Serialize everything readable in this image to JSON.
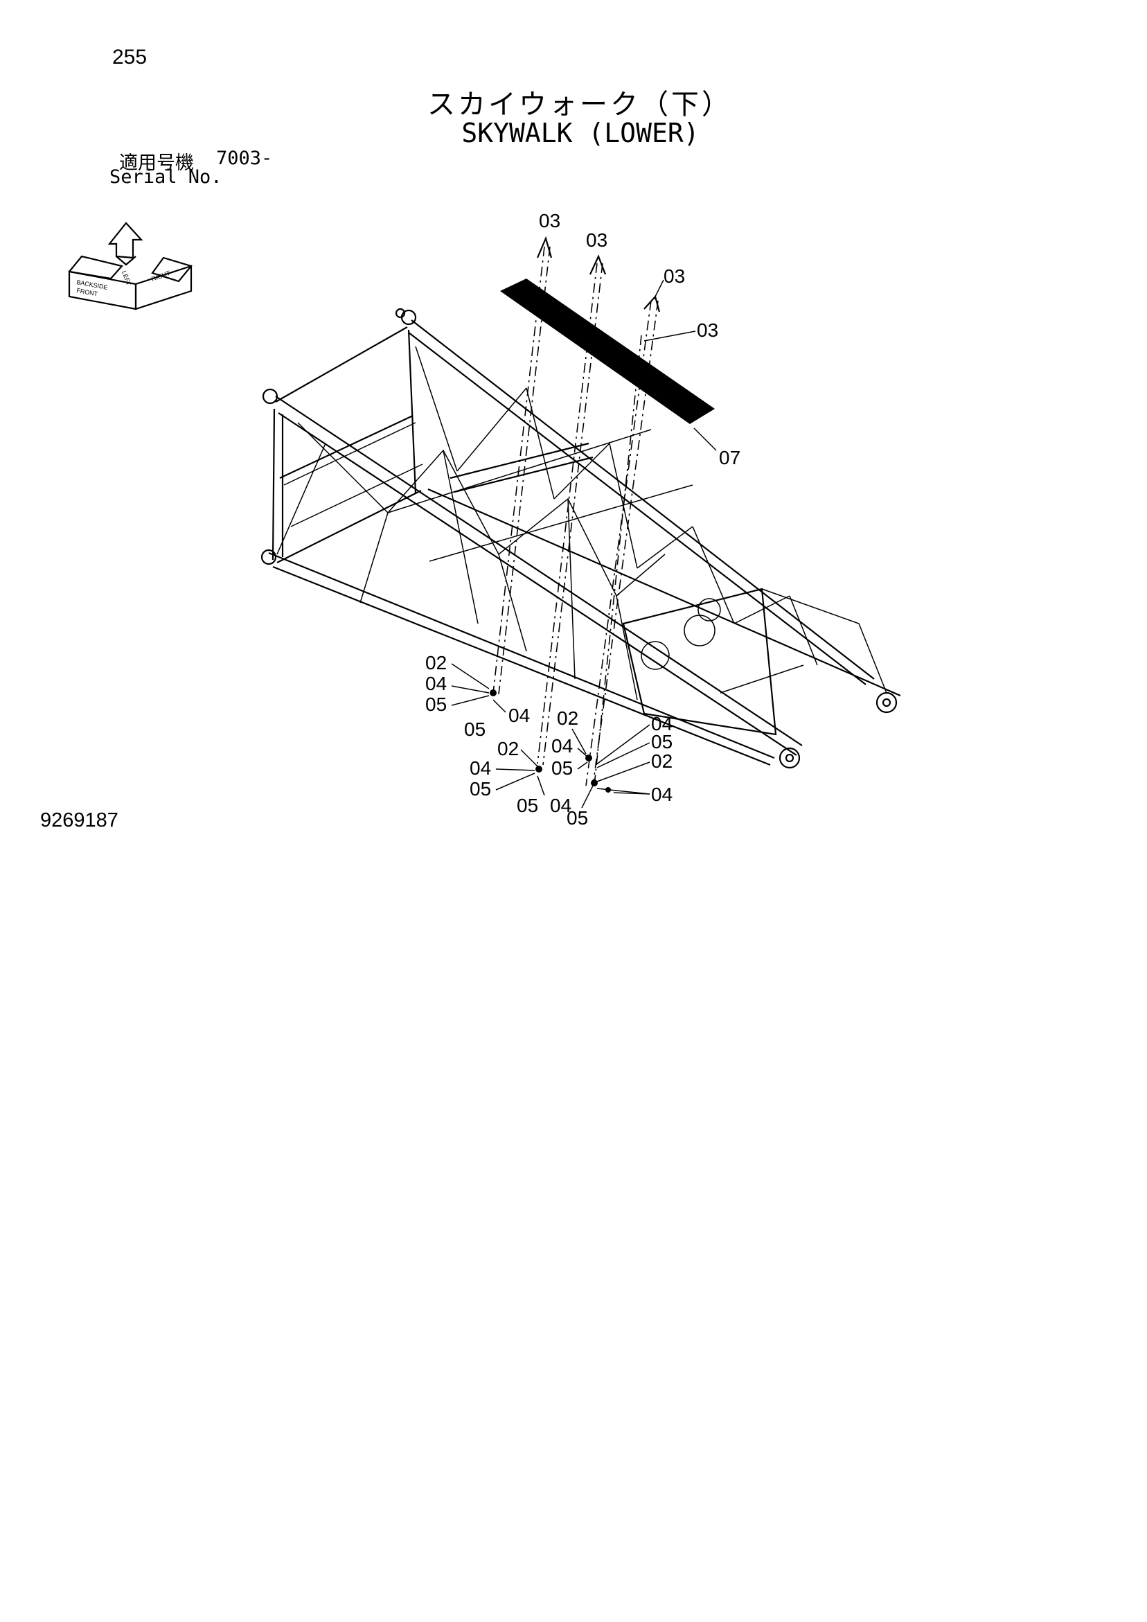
{
  "page_number": "255",
  "title_ja": "スカイウォーク（下）",
  "title_en": "SKYWALK (LOWER)",
  "serial": {
    "label_ja": "適用号機",
    "value": "7003-",
    "label_en": "Serial No."
  },
  "drawing_number": "9269187",
  "orientation_icon": {
    "icon": "boom-orientation-icon",
    "labels": [
      "BACKSIDE",
      "FRONT",
      "LEFT",
      "RIGHT"
    ]
  },
  "callouts": {
    "c03a": "03",
    "c03b": "03",
    "c03c": "03",
    "c03d": "03",
    "c07": "07",
    "l02": "02",
    "l04": "04",
    "l05": "05",
    "l05b": "05",
    "l04b": "04",
    "m02": "02",
    "m04": "04",
    "m05": "05",
    "m05b": "05",
    "m04b": "04",
    "r02": "02",
    "r04": "04",
    "r05": "05",
    "s04": "04",
    "s05": "05",
    "s02": "02",
    "s04b": "04",
    "s05b": "05"
  }
}
